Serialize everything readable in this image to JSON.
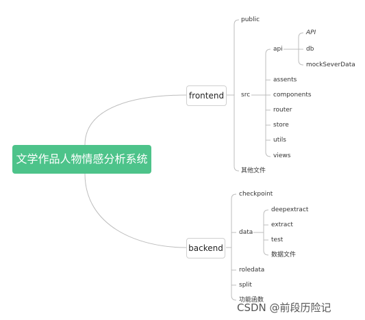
{
  "root": {
    "label": "文学作品人物情感分析系统"
  },
  "frontend": {
    "label": "frontend",
    "children": {
      "public": "public",
      "src": "src",
      "other_files": "其他文件"
    },
    "src_children": {
      "api": "api",
      "assents": "assents",
      "components": "components",
      "router": "router",
      "store": "store",
      "utils": "utils",
      "views": "views"
    },
    "api_children": {
      "api": "API",
      "db": "db",
      "mock": "mockSeverData"
    }
  },
  "backend": {
    "label": "backend",
    "children": {
      "checkpoint": "checkpoint",
      "data": "data",
      "roledata": "roledata",
      "split": "split",
      "functions": "功能函数"
    },
    "data_children": {
      "deepextract": "deepextract",
      "extract": "extract",
      "test": "test",
      "data_files": "数据文件"
    }
  },
  "watermark": "CSDN @前段历险记",
  "colors": {
    "root_fill": "#4dc38a",
    "line": "#bbbbbb",
    "text": "#333333"
  }
}
